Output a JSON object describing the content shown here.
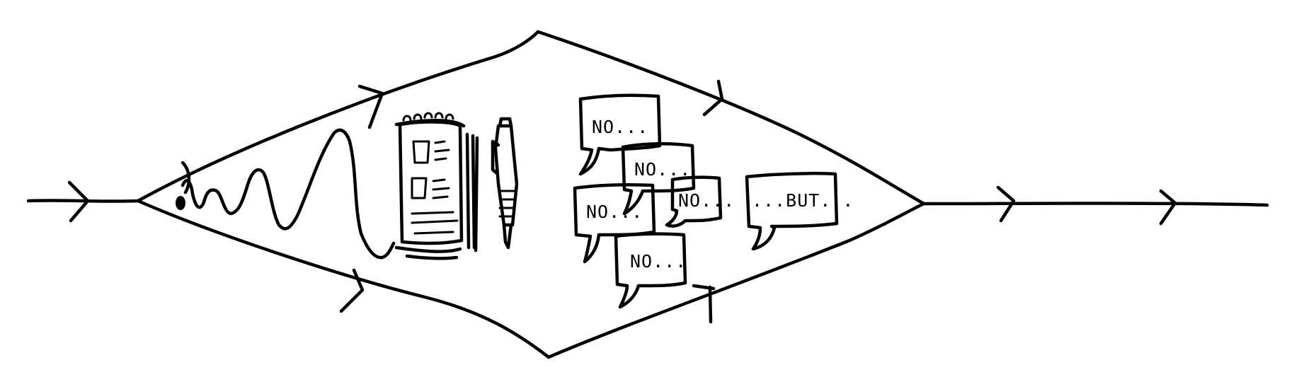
{
  "bubbles": [
    {
      "text": "NO..."
    },
    {
      "text": "NO..."
    },
    {
      "text": "NO..."
    },
    {
      "text": "NO..."
    },
    {
      "text": "NO..."
    },
    {
      "text": "...BUT..."
    }
  ]
}
